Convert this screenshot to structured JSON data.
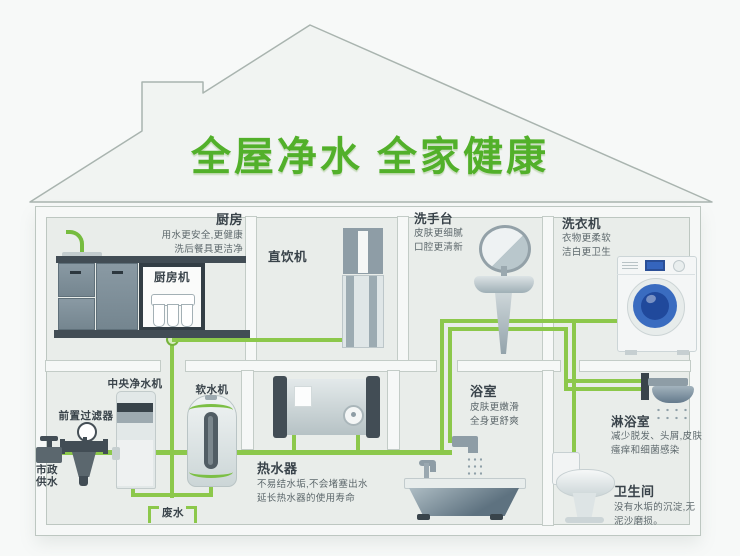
{
  "title": "全屋净水 全家健康",
  "colors": {
    "title_green": "#52b02a",
    "pipe_green": "#8cc84b",
    "wall_fill": "#f6f8f7",
    "appliance_dark": "#424d55",
    "washer_drum_blue": "#2f5cb0"
  },
  "labels": {
    "kitchen": {
      "name": "厨房",
      "line1": "用水更安全,更健康",
      "line2": "洗后餐具更洁净"
    },
    "kitchen_machine": {
      "name": "厨房机"
    },
    "drinking_machine": {
      "name": "直饮机"
    },
    "washbasin": {
      "name": "洗手台",
      "line1": "皮肤更细腻",
      "line2": "口腔更清新"
    },
    "washing_machine": {
      "name": "洗衣机",
      "line1": "衣物更柔软",
      "line2": "洁白更卫生"
    },
    "central_purifier": {
      "name": "中央净水机"
    },
    "water_softener": {
      "name": "软水机"
    },
    "pre_filter": {
      "name": "前置过滤器"
    },
    "municipal_supply": {
      "line1": "市政",
      "line2": "供水"
    },
    "water_heater": {
      "name": "热水器",
      "line1": "不易结水垢,不会堵塞出水",
      "line2": "延长热水器的使用寿命"
    },
    "bathroom": {
      "name": "浴室",
      "line1": "皮肤更嫩滑",
      "line2": "全身更舒爽"
    },
    "shower_room": {
      "name": "淋浴室",
      "line1": "减少脱发、头屑,皮肤",
      "line2": "瘙痒和细菌感染"
    },
    "toilet_room": {
      "name": "卫生间",
      "line1": "没有水垢的沉淀,无",
      "line2": "泥沙磨损。"
    },
    "waste_water": {
      "name": "废水"
    }
  }
}
